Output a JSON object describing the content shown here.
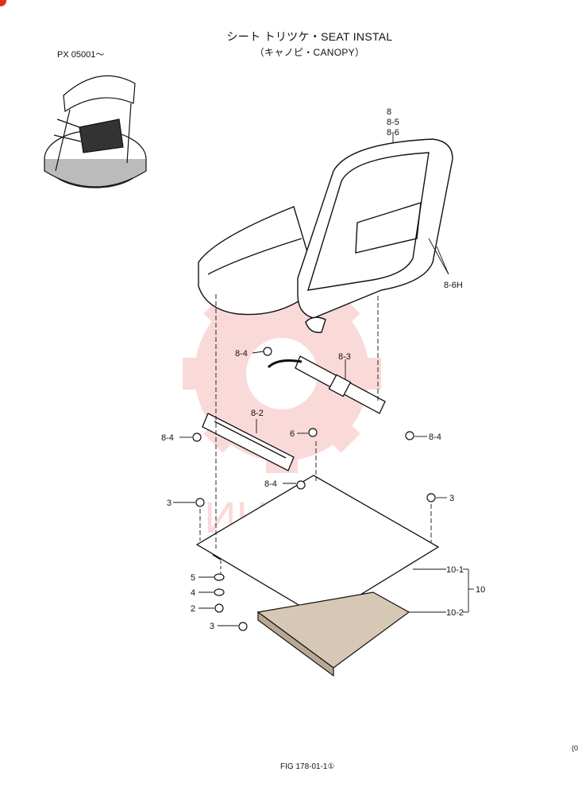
{
  "header": {
    "title": "シート トリツケ・SEAT INSTAL",
    "subtitle": "（キャノピ・CANOPY）",
    "serial": "PX 05001～"
  },
  "footer": {
    "figure": "FIG 178-01-1①",
    "corner_note": "(0"
  },
  "watermark": {
    "text": "ИНТЕХ",
    "color": "#e53935"
  },
  "labels": {
    "p8": "8",
    "p8_5": "8-5",
    "p8_6": "8-6",
    "p8_6H": "8-6H",
    "p8_4_a": "8-4",
    "p8_3": "8-3",
    "p8_2": "8-2",
    "p8_4_b": "8-4",
    "p6": "6",
    "p8_4_c": "8-4",
    "p8_4_d": "8-4",
    "p3_a": "3",
    "p3_b": "3",
    "p10_1": "10-1",
    "p10": "10",
    "p10_2": "10-2",
    "p5": "5",
    "p4": "4",
    "p2": "2",
    "p3_c": "3"
  }
}
